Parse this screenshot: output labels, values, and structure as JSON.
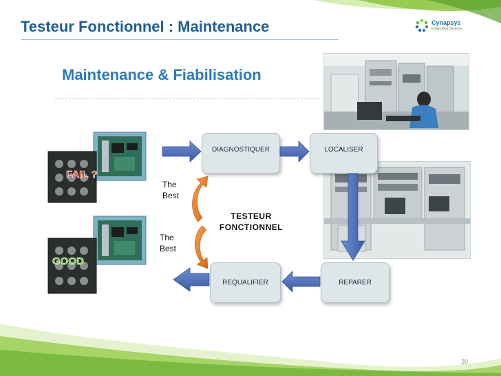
{
  "slide": {
    "title": "Testeur Fonctionnel : Maintenance",
    "subtitle": "Maintenance  & Fiabilisation",
    "page_number": "20"
  },
  "logo": {
    "name": "Cynapsys",
    "tagline": "Embedded Systems"
  },
  "diagram": {
    "diagnostiquer": "DIAGNOSTIQUER",
    "localiser": "LOCALISER",
    "reparer": "REPARER",
    "requalifier": "REQUALIFIER",
    "center_line1": "TESTEUR",
    "center_line2": "FONCTIONNEL",
    "best_top_line1": "The",
    "best_top_line2": "Best",
    "best_bottom_line1": "The",
    "best_bottom_line2": "Best"
  },
  "hardware": {
    "fail_label": "FAIL ?",
    "good_label": "GOOD"
  },
  "colors": {
    "title": "#1f5e99",
    "subtitle": "#2a7bbf",
    "box_fill": "#dde6e8",
    "arrow_blue": "#4a69b3",
    "arrow_orange": "#e87a22",
    "fail_text": "#e53d1e",
    "good_text": "#6fd02a",
    "swoosh_green": "#8cc63f"
  }
}
